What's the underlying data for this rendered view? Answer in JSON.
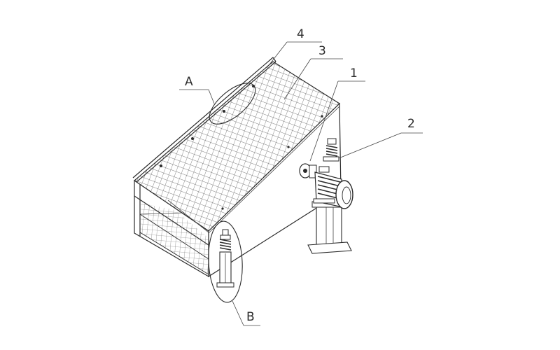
{
  "labels": {
    "part_1": "1",
    "part_2": "2",
    "part_3": "3",
    "part_4": "4",
    "detail_a": "A",
    "detail_b": "B"
  },
  "colors": {
    "line": "#2b2b2b",
    "mesh": "#555555",
    "background": "#ffffff"
  }
}
